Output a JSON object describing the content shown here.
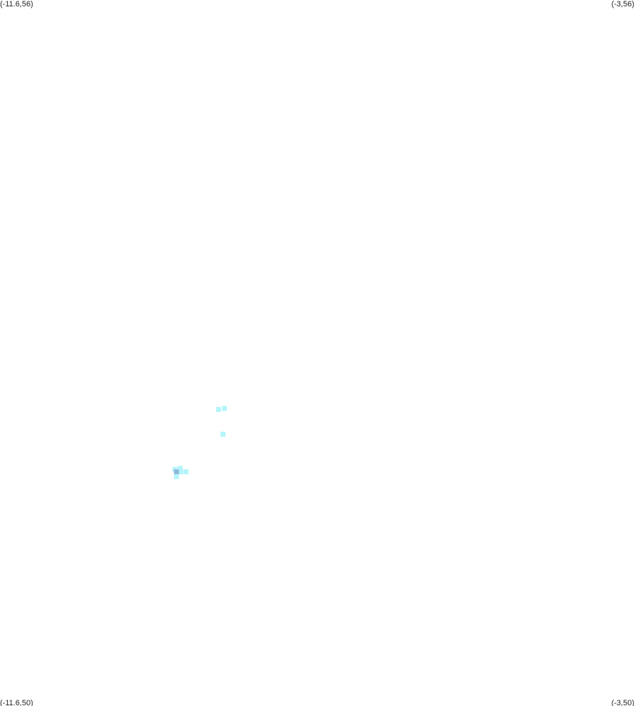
{
  "corners": {
    "top_left": "(-11.6,56)",
    "top_right": "(-3,56)",
    "bottom_left": "(-11.6,50)",
    "bottom_right": "(-3,50)"
  },
  "extent": {
    "lon_min": -11.6,
    "lon_max": -3,
    "lat_min": 50,
    "lat_max": 56
  },
  "colors": {
    "marker": "#b3f5fb",
    "marker_highlight": "#8fb7d9",
    "label": "#222222"
  },
  "markers": [
    {
      "lon": -8.64,
      "lat": 52.52,
      "highlight": false
    },
    {
      "lon": -8.56,
      "lat": 52.53,
      "highlight": false
    },
    {
      "lon": -8.58,
      "lat": 52.31,
      "highlight": false
    },
    {
      "lon": -9.23,
      "lat": 52.01,
      "highlight": false
    },
    {
      "lon": -9.16,
      "lat": 52.02,
      "highlight": false
    },
    {
      "lon": -9.08,
      "lat": 51.99,
      "highlight": false
    },
    {
      "lon": -9.15,
      "lat": 51.99,
      "highlight": false
    },
    {
      "lon": -9.21,
      "lat": 51.99,
      "highlight": true
    },
    {
      "lon": -9.21,
      "lat": 51.95,
      "highlight": false
    }
  ]
}
